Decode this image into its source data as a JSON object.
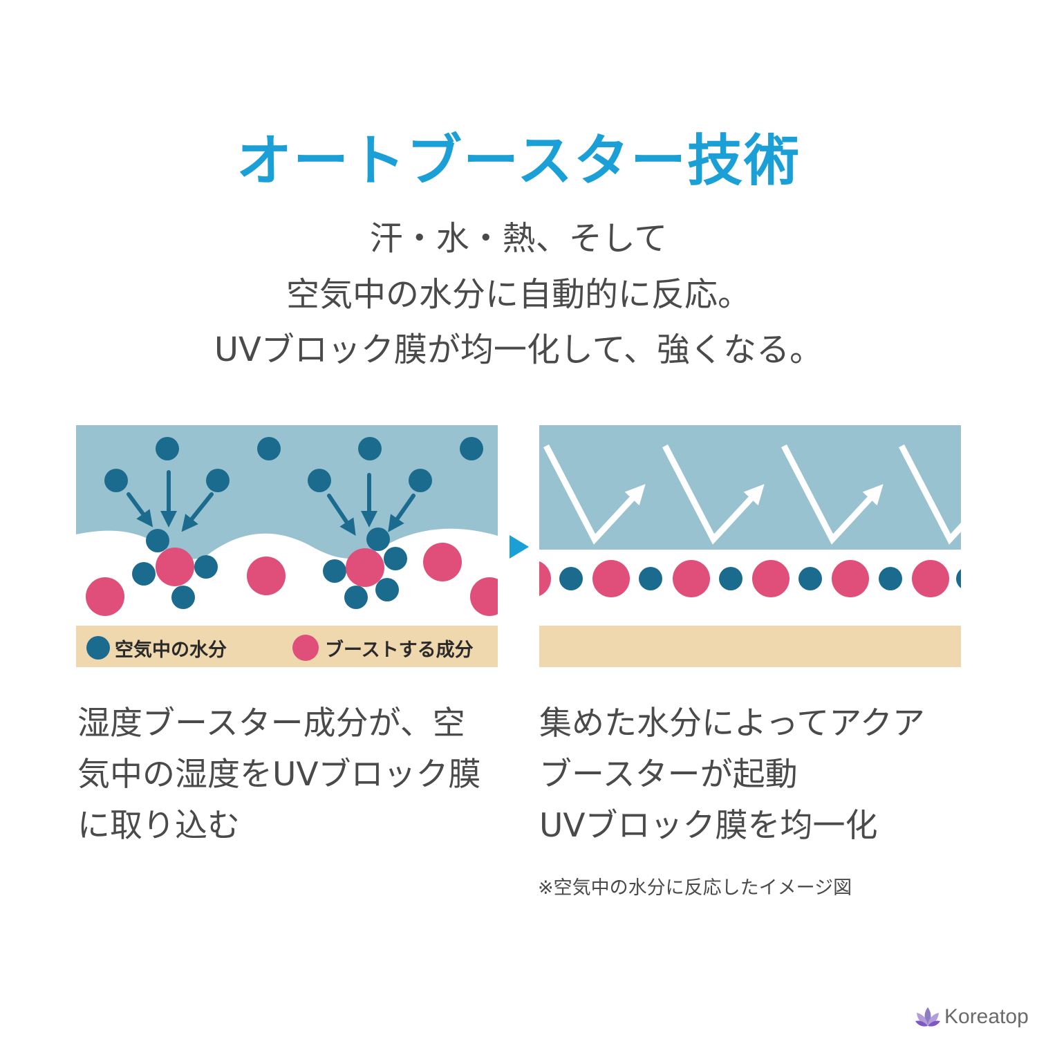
{
  "title": "オートブースター技術",
  "lead": [
    "汗・水・熱、そして",
    "空気中の水分に自動的に反応。",
    "UVブロック膜が均一化して、強くなる。"
  ],
  "legend": {
    "water": "空気中の水分",
    "booster": "ブーストする成分"
  },
  "left_caption": [
    "湿度ブースター成分が、空",
    "気中の湿度をUVブロック膜",
    "に取り込む"
  ],
  "right_caption": [
    "集めた水分によってアクア",
    "ブースターが起動",
    "UVブロック膜を均一化"
  ],
  "note": "※空気中の水分に反応したイメージ図",
  "brand": "Koreatop",
  "colors": {
    "title": "#1aa0d6",
    "sky": "#99c2d0",
    "water_dot": "#1b6b8f",
    "booster_dot": "#e04e7a",
    "skin": "#efd7ae",
    "arrow": "#1aa0d6"
  },
  "icons": {
    "next": "triangle-right-icon",
    "logo": "lotus-icon"
  }
}
